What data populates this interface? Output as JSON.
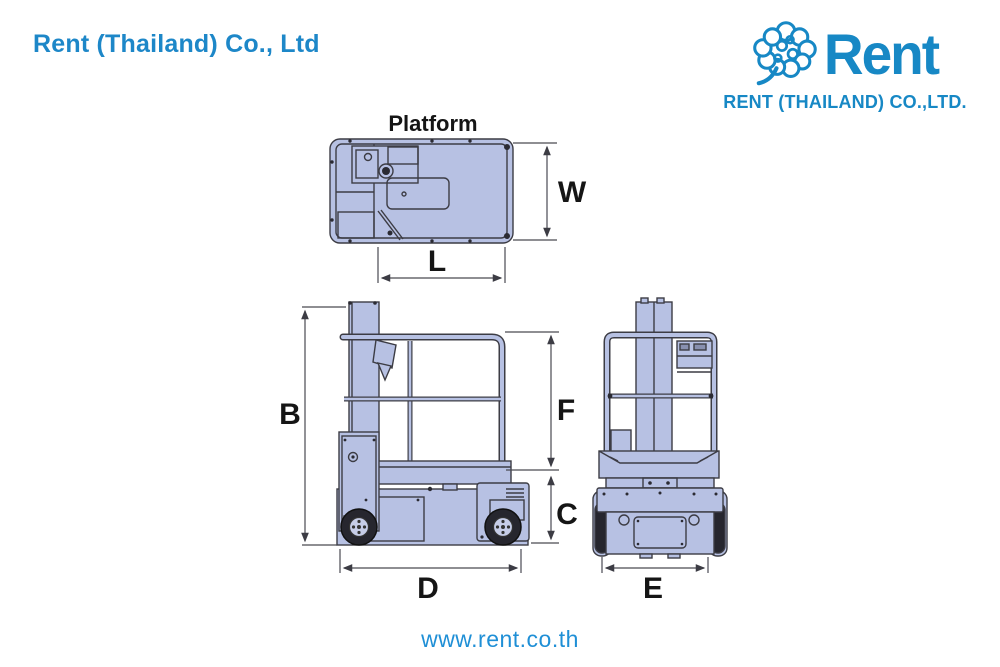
{
  "header": {
    "company_name": "Rent (Thailand) Co., Ltd"
  },
  "logo": {
    "brand": "Rent",
    "subtitle": "RENT (THAILAND) CO.,LTD.",
    "icon": "peony-flower-icon"
  },
  "diagram": {
    "machine": "vertical mast lift dimension drawing",
    "platform_view": {
      "title": "Platform",
      "dim_width_label": "W",
      "dim_length_label": "L"
    },
    "side_view": {
      "dim_overall_height_label": "B",
      "dim_rail_height_label": "F",
      "dim_chassis_height_label": "C",
      "dim_overall_length_label": "D"
    },
    "rear_view": {
      "dim_overall_width_label": "E"
    }
  },
  "footer": {
    "website": "www.rent.co.th"
  },
  "colors": {
    "brand_blue": "#1788c5",
    "header_text_blue": "#1d87c8",
    "link_blue": "#1f8fd6",
    "machine_fill": "#b7c1e3",
    "line_dark": "#3c3c44",
    "tire_dark": "#26262e"
  }
}
